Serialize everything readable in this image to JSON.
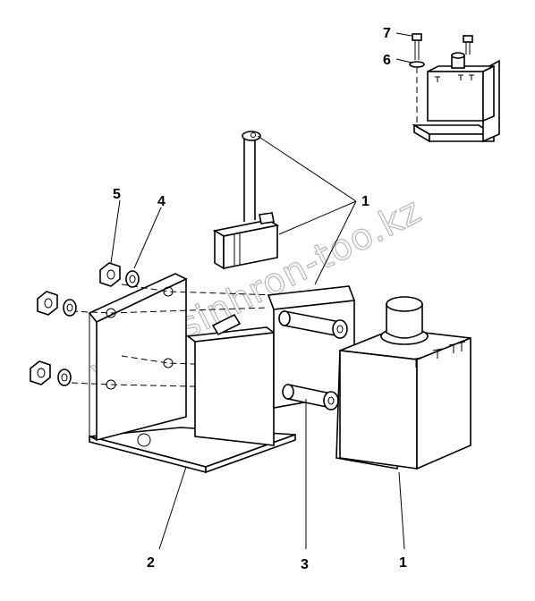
{
  "watermark": "www.sinhron-too.kz",
  "part_labels": {
    "top_small_bolt": "7",
    "top_small_washer": "6",
    "solenoid_upper": "1",
    "nut_small": "5",
    "washer_small": "4",
    "bracket": "2",
    "bolts": "3",
    "solenoid_lower": "1"
  }
}
